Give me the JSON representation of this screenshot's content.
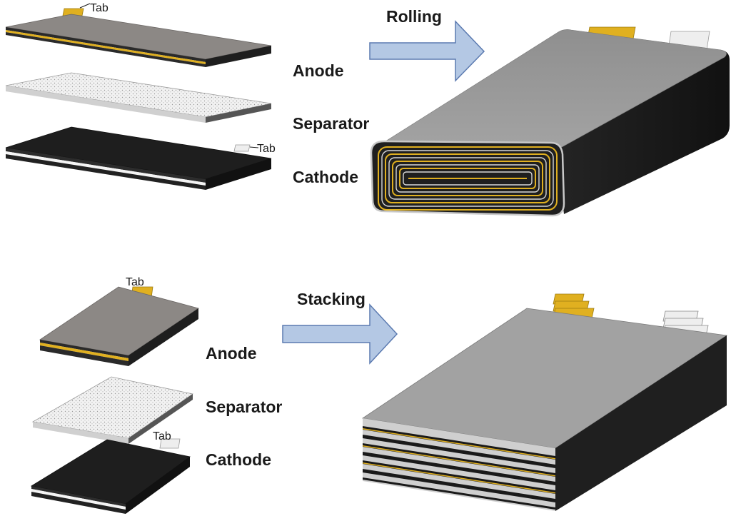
{
  "rolling": {
    "process_label": "Rolling",
    "anode_tab_label": "Tab",
    "cathode_tab_label": "Tab",
    "layers": {
      "anode": "Anode",
      "separator": "Separator",
      "cathode": "Cathode"
    }
  },
  "stacking": {
    "process_label": "Stacking",
    "anode_tab_label": "Tab",
    "cathode_tab_label": "Tab",
    "layers": {
      "anode": "Anode",
      "separator": "Separator",
      "cathode": "Cathode"
    }
  },
  "colors": {
    "anode_top": "#8c8885",
    "tab_gold": "#e0b020",
    "cathode_black": "#1e1e1e",
    "separator_white": "#eeeeee",
    "arrow_fill": "#b4c8e4",
    "arrow_stroke": "#5b7ab0"
  }
}
